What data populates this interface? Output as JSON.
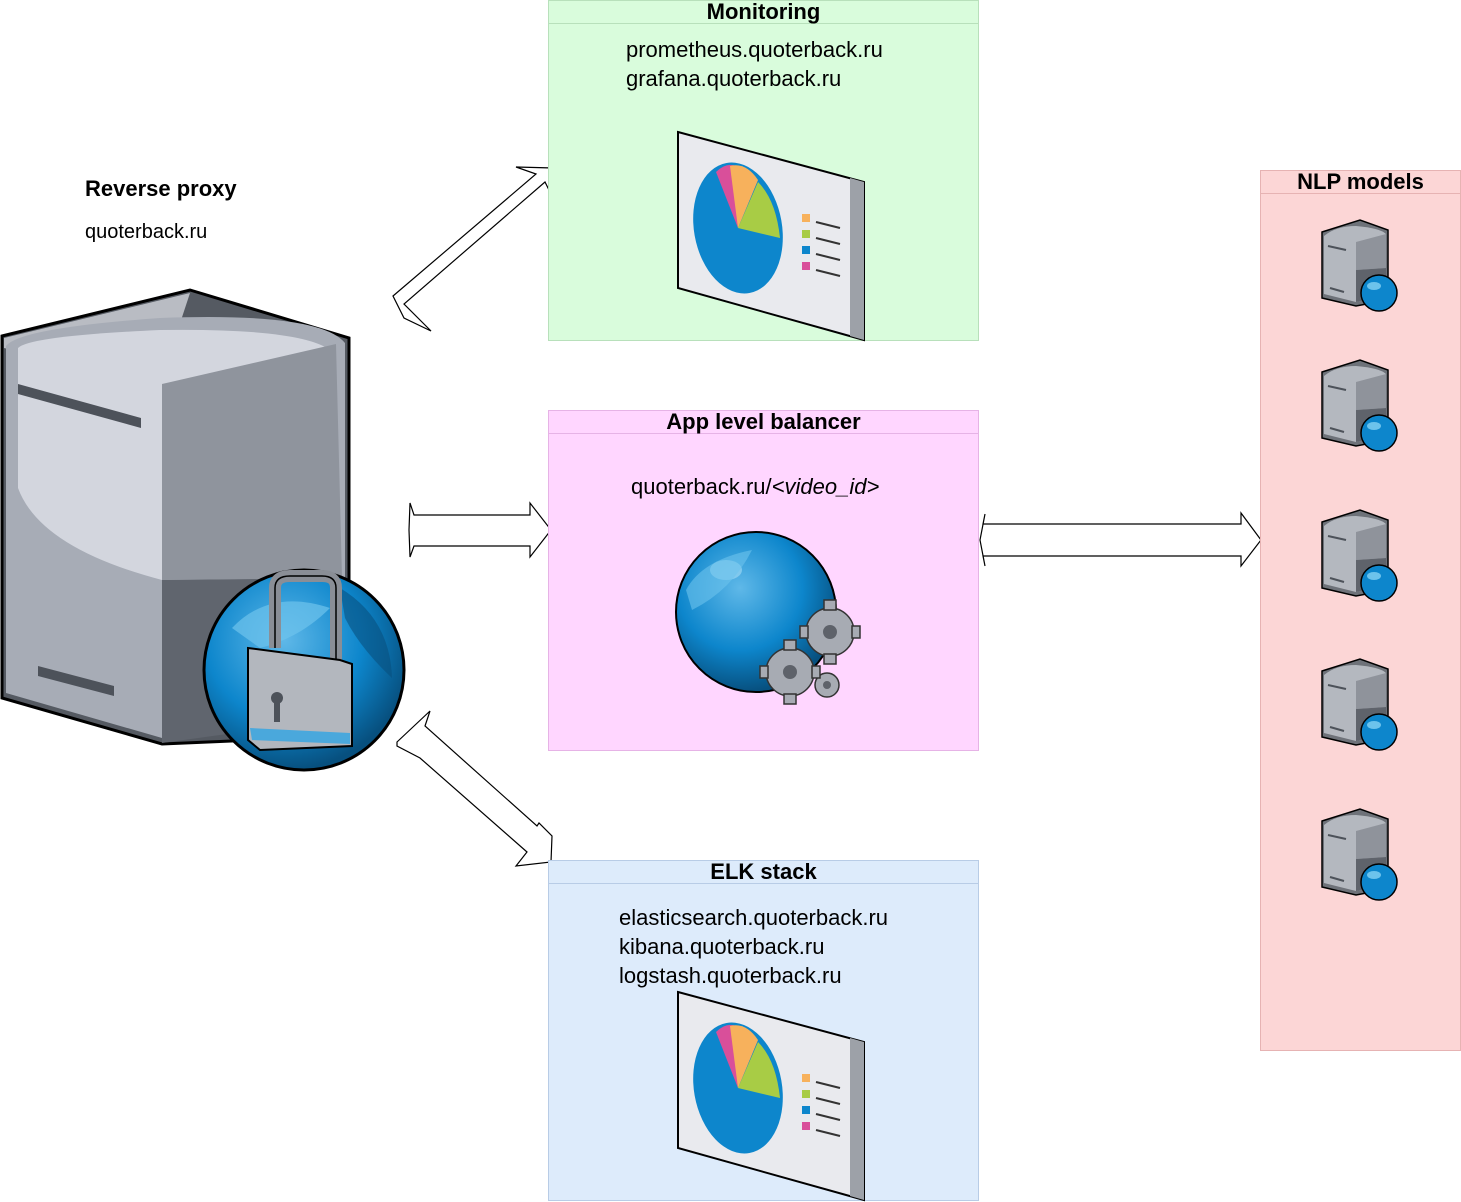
{
  "reverse_proxy": {
    "title": "Reverse proxy",
    "host": "quoterback.ru"
  },
  "monitoring": {
    "title": "Monitoring",
    "hosts": [
      "prometheus.quoterback.ru",
      "grafana.quoterback.ru"
    ],
    "fill": "#d9fcdc",
    "border": "#b8e0bb"
  },
  "app_balancer": {
    "title": "App level balancer",
    "route_prefix": "quoterback.ru/",
    "route_param": "<video_id>",
    "fill": "#ffd6ff",
    "border": "#e6b3e6"
  },
  "elk": {
    "title": "ELK stack",
    "hosts": [
      "elasticsearch.quoterback.ru",
      "kibana.quoterback.ru",
      "logstash.quoterback.ru"
    ],
    "fill": "#ddebfb",
    "border": "#b8cce6"
  },
  "nlp": {
    "title": "NLP models",
    "server_icon_count": 5,
    "fill": "#fcd6d6",
    "border": "#e6b3b3"
  }
}
